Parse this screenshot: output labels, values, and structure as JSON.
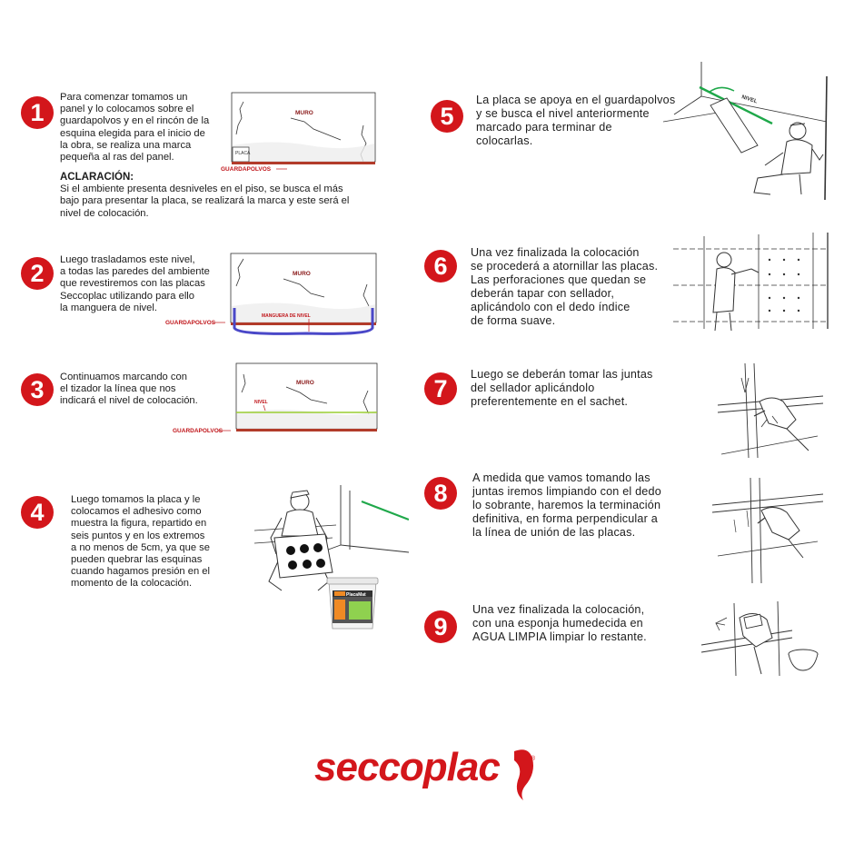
{
  "steps": [
    {
      "number": "1",
      "text": [
        "Para comenzar tomamos un",
        "panel y lo colocamos sobre el",
        "guardapolvos y en el rincón de la",
        "esquina elegida para el inicio de",
        "la obra, se realiza una marca",
        "pequeña al ras del panel."
      ]
    },
    {
      "number": "2",
      "text": [
        "Luego trasladamos este nivel,",
        "a todas las paredes del ambiente",
        "que revestiremos con las placas",
        "Seccoplac utilizando para ello",
        "la manguera de nivel."
      ]
    },
    {
      "number": "3",
      "text": [
        "Continuamos marcando con",
        "el tizador la línea que nos",
        "indicará el nivel de colocación."
      ]
    },
    {
      "number": "4",
      "text": [
        "Luego tomamos la placa y le",
        "colocamos el adhesivo como",
        "muestra la figura, repartido en",
        "seis puntos y en los extremos",
        "a no menos de 5cm, ya que se",
        "pueden quebrar las esquinas",
        "cuando hagamos presión en el",
        "momento de la colocación."
      ]
    },
    {
      "number": "5",
      "text": [
        "La placa se apoya en el guardapolvos",
        "y se busca el nivel anteriormente",
        "marcado para terminar de",
        "colocarlas."
      ]
    },
    {
      "number": "6",
      "text": [
        "Una vez finalizada la colocación",
        "se procederá a atornillar las placas.",
        "Las perforaciones que quedan se",
        "deberán tapar con sellador,",
        "aplicándolo con el dedo índice",
        "de forma suave."
      ]
    },
    {
      "number": "7",
      "text": [
        "Luego se deberán tomar las juntas",
        "del sellador aplicándolo",
        "preferentemente en el sachet."
      ]
    },
    {
      "number": "8",
      "text": [
        "A medida que vamos tomando las",
        "juntas iremos limpiando con el dedo",
        "lo sobrante, haremos la terminación",
        "definitiva, en forma perpendicular a",
        "la línea de unión de las placas."
      ]
    },
    {
      "number": "9",
      "text": [
        "Una vez finalizada la colocación,",
        "con una esponja humedecida en",
        "AGUA LIMPIA limpiar lo restante."
      ]
    }
  ],
  "aclaracion": {
    "title": "ACLARACIÓN:",
    "text": [
      "Si el ambiente presenta desniveles en el piso, se busca el más",
      "bajo para presentar la placa, se realizará la marca y este será el",
      "nivel de colocación."
    ]
  },
  "labels": {
    "muro": "MURO",
    "placa": "PLACA",
    "guardapolvos": "GUARDAPOLVOS",
    "manguera": "MANGUERA DE NIVEL",
    "nivel": "NIVEL",
    "nivel_cap": "NIVEL"
  },
  "product": {
    "brand": "PlacaMat"
  },
  "logo": {
    "text": "seccoplac",
    "trademark": "®"
  },
  "colors": {
    "accent": "#d3161b",
    "guard": "#b23b2a",
    "hose": "#4a48c8",
    "level_line": "#9acd32",
    "green_line": "#1fa84a"
  }
}
